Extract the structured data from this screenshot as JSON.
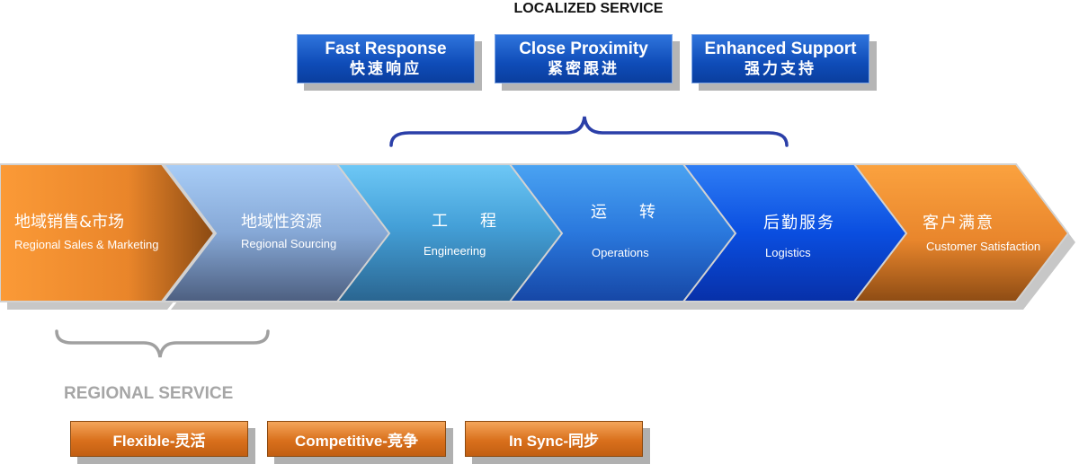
{
  "localized": {
    "heading": "LOCALIZED SERVICE",
    "boxes": [
      {
        "en": "Fast Response",
        "zh": "快速响应"
      },
      {
        "en": "Close Proximity",
        "zh": "紧密跟进"
      },
      {
        "en": "Enhanced Support",
        "zh": "强力支持"
      }
    ]
  },
  "chevrons": [
    {
      "zh": "地域销售&市场",
      "en": "Regional Sales & Marketing",
      "color": "#e98a2e"
    },
    {
      "zh": "地域性资源",
      "en": "Regional Sourcing",
      "color": "#8fb3e6"
    },
    {
      "zh": "工　　程",
      "en": "Engineering",
      "color": "#4aa8e2"
    },
    {
      "zh": "运　　转",
      "en": "Operations",
      "color": "#2f7fe0"
    },
    {
      "zh": "后勤服务",
      "en": "Logistics",
      "color": "#0b50dc"
    },
    {
      "zh": "客户满意",
      "en": "Customer Satisfaction",
      "color": "#e98a2e"
    }
  ],
  "regional": {
    "heading": "REGIONAL SERVICE",
    "boxes": [
      {
        "label": "Flexible-灵活"
      },
      {
        "label": "Competitive-竞争"
      },
      {
        "label": "In Sync-同步"
      }
    ]
  },
  "colors": {
    "brace": "#2b3fa8",
    "regional_brace": "#a0a0a0"
  }
}
